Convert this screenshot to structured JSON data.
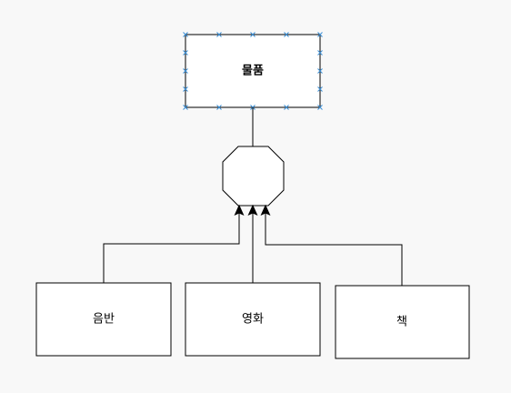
{
  "diagram": {
    "parent": {
      "label": "물품",
      "selected": true
    },
    "children": [
      {
        "id": "album",
        "label": "음반"
      },
      {
        "id": "movie",
        "label": "영화"
      },
      {
        "id": "book",
        "label": "책"
      }
    ],
    "relation": "generalization",
    "colors": {
      "background": "#f8f8f8",
      "stroke": "#000000",
      "fill": "#ffffff",
      "selection_handle": "#3b8fd6"
    }
  }
}
